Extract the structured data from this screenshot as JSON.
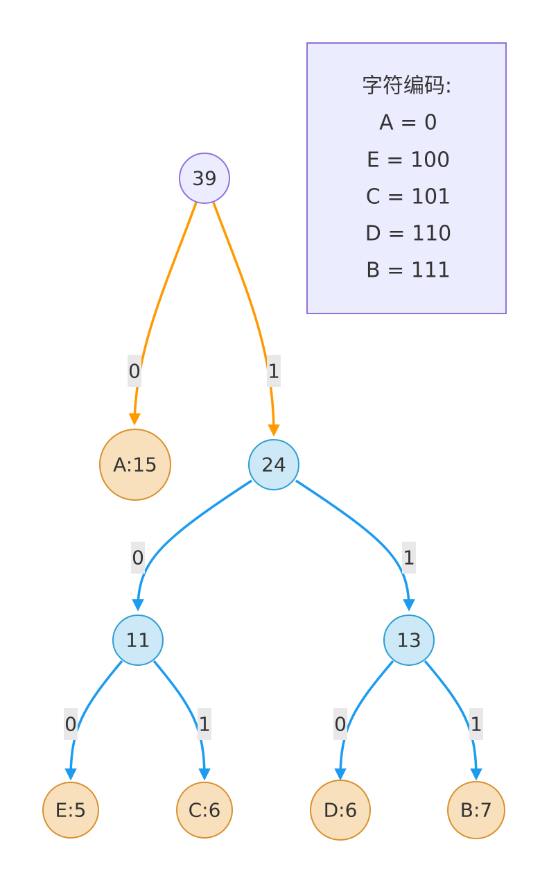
{
  "colors": {
    "root_fill": "#ececff",
    "root_stroke": "#9370db",
    "internal_fill": "#cde8f6",
    "internal_stroke": "#2c9fd0",
    "leaf_fill": "#f9e0bd",
    "leaf_stroke": "#d9902f",
    "edge_orange": "#ff9900",
    "edge_blue": "#1d9bf0",
    "edge_label_bg": "#e8e8e8",
    "legend_fill": "#ececff",
    "legend_stroke": "#9370db",
    "text": "#333333"
  },
  "nodes": {
    "root": {
      "label": "39"
    },
    "a15": {
      "label": "A:15"
    },
    "n24": {
      "label": "24"
    },
    "n11": {
      "label": "11"
    },
    "n13": {
      "label": "13"
    },
    "e5": {
      "label": "E:5"
    },
    "c6": {
      "label": "C:6"
    },
    "d6": {
      "label": "D:6"
    },
    "b7": {
      "label": "B:7"
    }
  },
  "edges": {
    "root_a15": {
      "label": "0"
    },
    "root_n24": {
      "label": "1"
    },
    "n24_n11": {
      "label": "0"
    },
    "n24_n13": {
      "label": "1"
    },
    "n11_e5": {
      "label": "0"
    },
    "n11_c6": {
      "label": "1"
    },
    "n13_d6": {
      "label": "0"
    },
    "n13_b7": {
      "label": "1"
    }
  },
  "legend": {
    "title": "字符编码:",
    "lines": [
      "A = 0",
      "E = 100",
      "C = 101",
      "D = 110",
      "B = 111"
    ]
  }
}
